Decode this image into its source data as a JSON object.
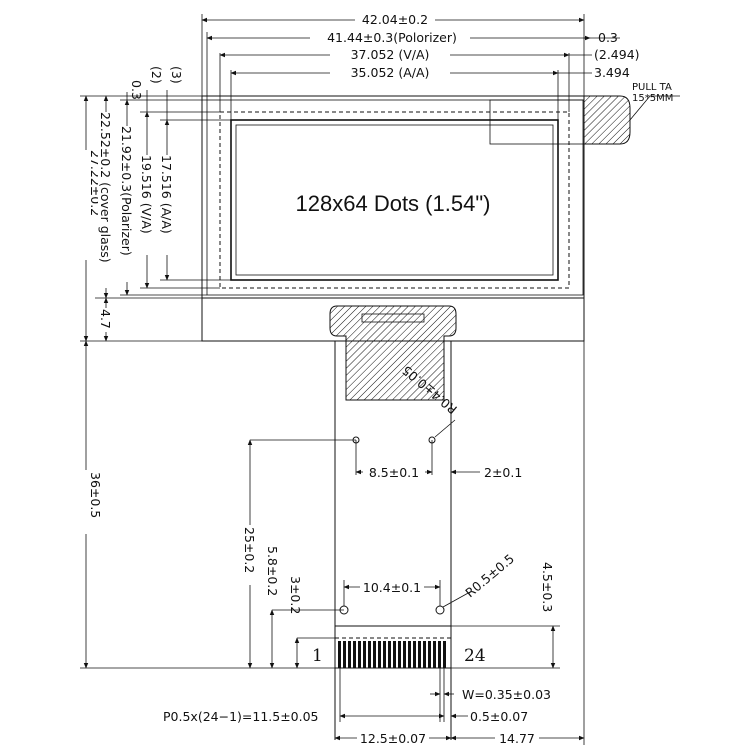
{
  "display": {
    "label": "128x64 Dots (1.54\")"
  },
  "pull_tab": {
    "line1": "PULL TA",
    "line2": "15*5MM"
  },
  "dims_top": {
    "overall_width": "42.04±0.2",
    "polarizer_width": "41.44±0.3(Polorizer)",
    "va_width": "37.052  (V/A)",
    "aa_width": "35.052  (A/A)",
    "right_offset_1": "0.3",
    "right_offset_2": "(2.494)",
    "right_offset_3": "3.494"
  },
  "dims_left": {
    "offset_03": "0.3",
    "marker_2": "(2)",
    "marker_3": "(3)",
    "overall_height": "27.22±0.2",
    "cover_glass": "22.52±0.2 (cover glass)",
    "polarizer_height": "21.92±0.3(Polarizer)",
    "va_height": "19.516  (V/A)",
    "aa_height": "17.516  (A/A)",
    "bottom_ledge": "4.7",
    "fpc_length": "36±0.5"
  },
  "dims_fpc": {
    "radius_upper": "R0.4±0.05",
    "hole_pitch_upper": "8.5±0.1",
    "hole_offset_upper": "2±0.1",
    "upper_holes_to_end": "25±0.2",
    "radius_lower": "R0.5±0.5",
    "hole_pitch_lower": "10.4±0.1",
    "lower_holes_height": "5.8±0.2",
    "stiffener_height": "3±0.2",
    "right_height": "4.5±0.3",
    "pin_first": "1",
    "pin_last": "24",
    "pin_width": "W=0.35±0.03",
    "pitch": "P0.5x(24−1)=11.5±0.05",
    "pin_edge": "0.5±0.07",
    "fpc_width": "12.5±0.07",
    "fpc_right": "14.77"
  }
}
